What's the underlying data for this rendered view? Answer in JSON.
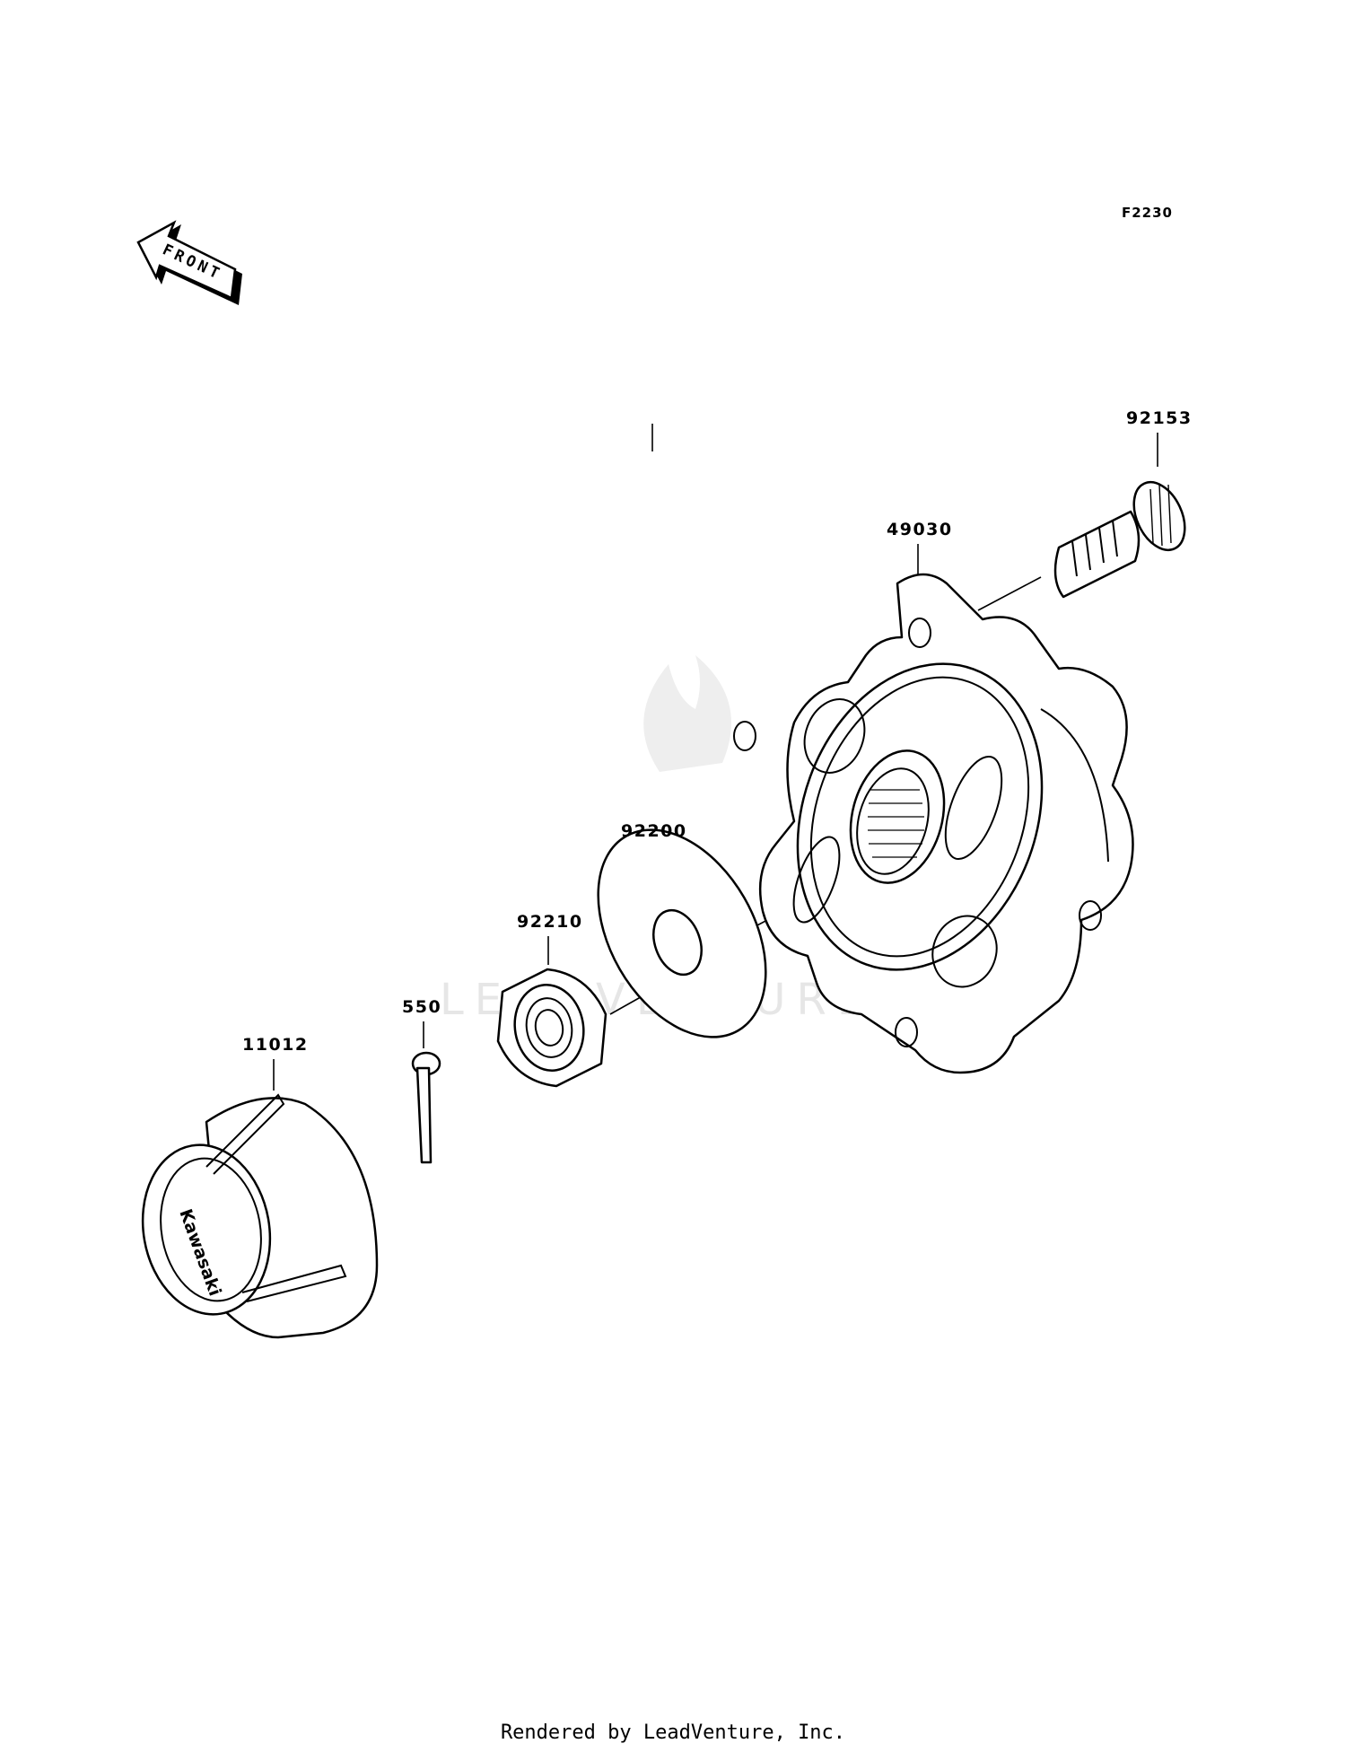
{
  "diagram_code": "F2230",
  "front_arrow_text": "FRONT",
  "watermark_text": "LEADVENTURE",
  "callouts": [
    {
      "id": "p92153",
      "label": "92153"
    },
    {
      "id": "p49030",
      "label": "49030"
    },
    {
      "id": "p92200",
      "label": "92200"
    },
    {
      "id": "p92210",
      "label": "92210"
    },
    {
      "id": "p550",
      "label": "550"
    },
    {
      "id": "p11012",
      "label": "11012"
    }
  ],
  "cap_logo_text": "Kawasaki",
  "footer_text": "Rendered by LeadVenture, Inc."
}
